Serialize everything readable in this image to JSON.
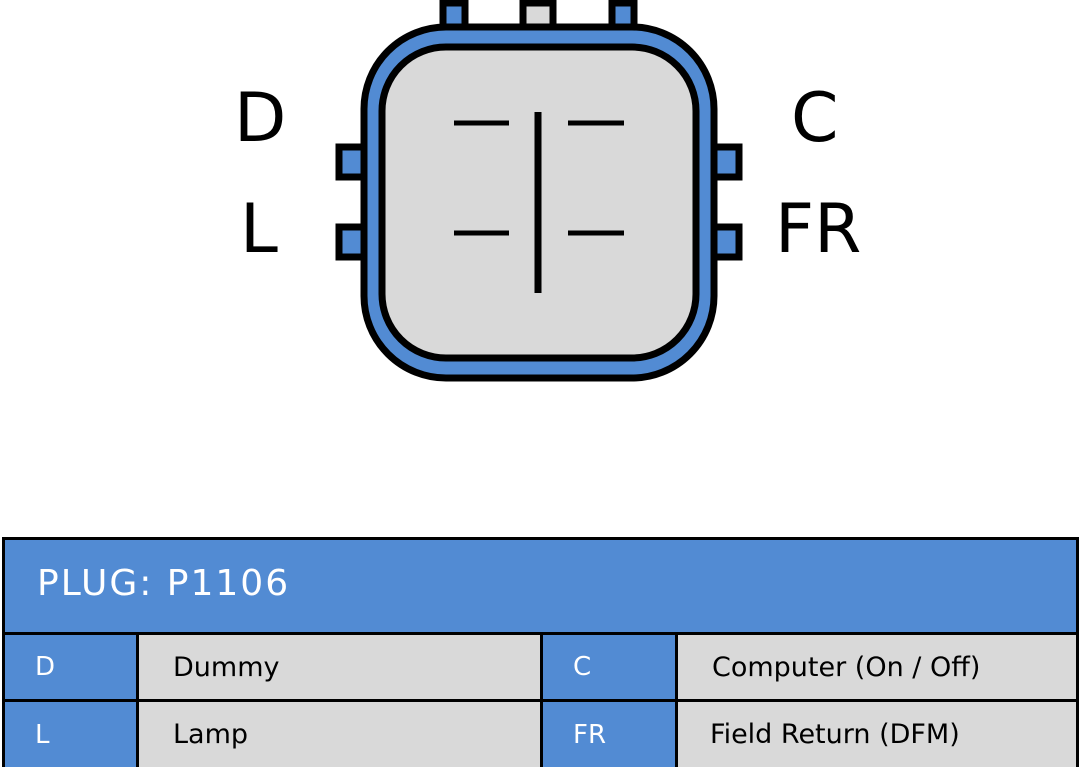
{
  "diagram": {
    "colors": {
      "housing_outline": "#000000",
      "housing_blue": "#528bd3",
      "housing_face": "#d9d9d9"
    },
    "pin_labels": {
      "top_left": "D",
      "bottom_left": "L",
      "top_right": "C",
      "bottom_right": "FR"
    }
  },
  "table": {
    "title": "PLUG: P1106",
    "rows": [
      {
        "left_code": "D",
        "left_desc": "Dummy",
        "right_code": "C",
        "right_desc": "Computer (On / Off)"
      },
      {
        "left_code": "L",
        "left_desc": "Lamp",
        "right_code": "FR",
        "right_desc": "Field Return (DFM)"
      }
    ],
    "colors": {
      "header_bg": "#528bd3",
      "code_bg": "#528bd3",
      "desc_bg": "#d9d9d9",
      "border": "#000000"
    }
  }
}
